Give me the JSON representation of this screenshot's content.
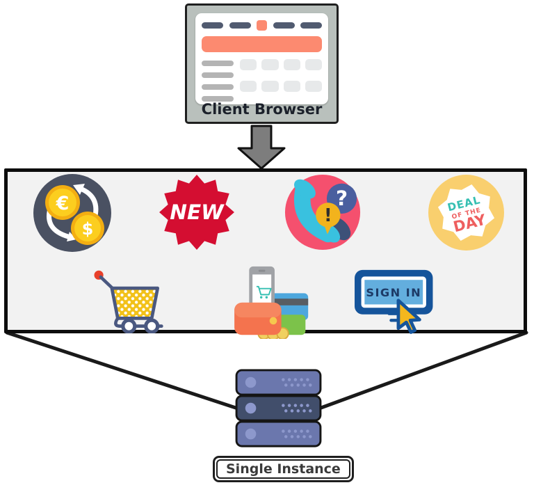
{
  "client_browser": {
    "label": "Client Browser"
  },
  "services": {
    "currency_exchange": {
      "euro_symbol": "€",
      "dollar_symbol": "$"
    },
    "new_badge": {
      "label": "NEW"
    },
    "customer_support": {
      "question_mark": "?",
      "exclamation_mark": "!"
    },
    "deal_of_the_day": {
      "line1": "DEAL",
      "line2": "OF THE",
      "line3": "DAY"
    },
    "sign_in": {
      "label": "SIGN IN"
    }
  },
  "server": {
    "label": "Single Instance"
  },
  "icons": [
    "client-browser-icon",
    "down-arrow-icon",
    "currency-exchange-icon",
    "new-badge-icon",
    "customer-support-icon",
    "deal-of-the-day-icon",
    "shopping-cart-icon",
    "mobile-payment-icon",
    "sign-in-icon",
    "server-icon"
  ],
  "colors": {
    "box_background": "#f2f2f2",
    "outline_black": "#0d0d0d",
    "monitor_frame": "#b9c0bc",
    "salmon": "#fc8a70",
    "toolbar_dark": "#515b70",
    "badge_red": "#d40e31",
    "navy": "#4a5162",
    "coin_gold": "#f3ae12",
    "coin_yellow": "#fcce1f",
    "support_pink": "#f5506e",
    "phone_teal": "#39c1df",
    "bubble_blue": "#4a5f9f",
    "alert_yellow": "#f2b31d",
    "deal_yellow": "#f9cf6e",
    "deal_teal": "#35bfb2",
    "deal_red": "#ee5f5f",
    "cart_navy": "#4a5880",
    "cart_yellow": "#f2c118",
    "cart_red": "#e8402a",
    "card_blue": "#4da7dd",
    "card_green": "#7cc24a",
    "wallet_orange": "#f4734e",
    "signin_blue_dark": "#15549b",
    "signin_blue_light": "#63aede",
    "cursor_yellow": "#f4b71d",
    "server_light": "#6b77ad",
    "server_dark": "#414e6b",
    "server_accent": "#8d98cc"
  }
}
